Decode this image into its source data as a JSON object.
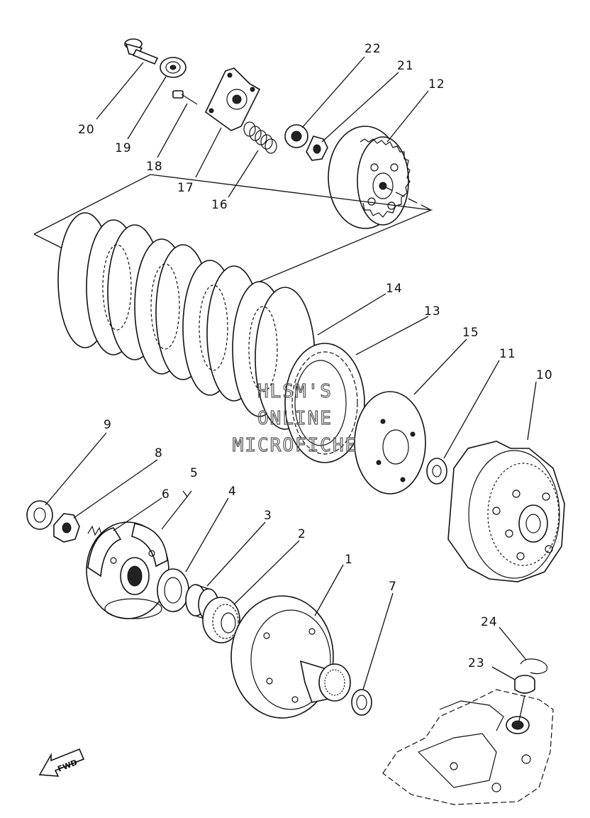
{
  "diagram": {
    "callouts": [
      "1",
      "2",
      "3",
      "4",
      "5",
      "6",
      "7",
      "8",
      "9",
      "10",
      "11",
      "12",
      "13",
      "14",
      "15",
      "16",
      "17",
      "18",
      "19",
      "20",
      "21",
      "22",
      "23",
      "24"
    ],
    "watermark": [
      "HLSM'S",
      "ONLINE",
      "MICROFICHE"
    ],
    "direction_label": "FWD"
  }
}
